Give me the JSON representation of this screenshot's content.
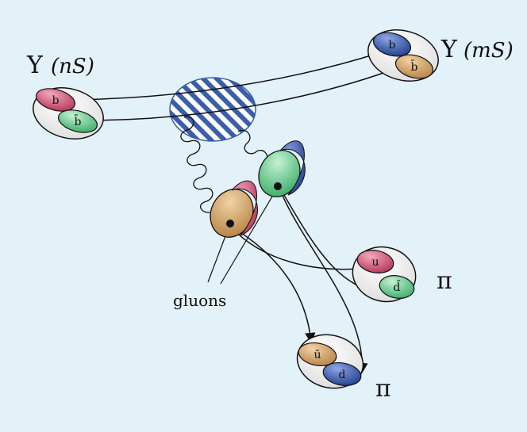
{
  "initial_state": {
    "symbol": "Υ",
    "label": "(nS)",
    "quarks": [
      "b",
      "b̄"
    ]
  },
  "final_state": {
    "symbol": "Υ",
    "label": "(mS)",
    "quarks": [
      "b",
      "b̄"
    ]
  },
  "pion_upper": {
    "symbol": "π",
    "quarks": [
      "u",
      "d̄"
    ]
  },
  "pion_lower": {
    "symbol": "π",
    "quarks": [
      "ū",
      "d"
    ]
  },
  "gluons_label": "gluons",
  "colors": {
    "background": "#e3f1f9",
    "red_quark": "#c8496a",
    "green_quark": "#4fbf7a",
    "blue_quark": "#2f4fa3",
    "tan_quark": "#c99a5e",
    "blob_hatch": "#3a5ea8",
    "line": "#111111"
  }
}
